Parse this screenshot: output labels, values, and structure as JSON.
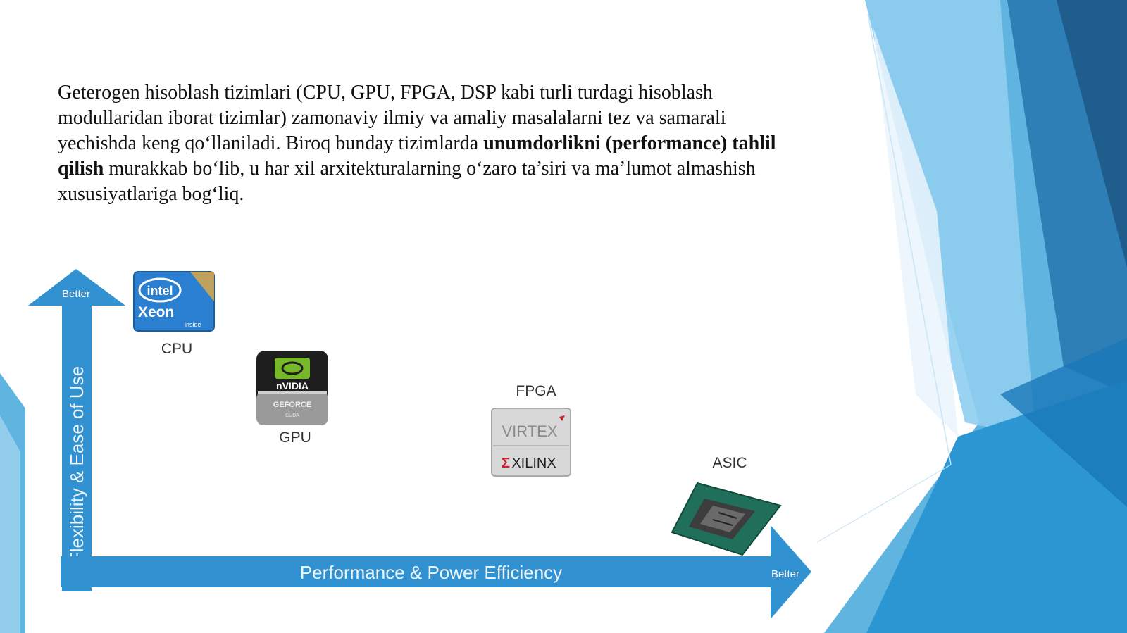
{
  "paragraph": {
    "part1": "Geterogen hisoblash tizimlari (CPU, GPU, FPGA, DSP kabi turli turdagi hisoblash modullaridan iborat tizimlar) zamonaviy ilmiy va amaliy masalalarni tez va samarali yechishda keng qo‘llaniladi. Biroq bunday tizimlarda ",
    "bold": "unumdorlikni (performance) tahlil qilish",
    "part2": " murakkab bo‘lib, u har xil arxitekturalarning o‘zaro ta’siri va ma’lumot almashish xususiyatlariga bog‘liq."
  },
  "diagram": {
    "y_axis_label": "Flexibility & Ease of Use",
    "y_axis_end": "Better",
    "x_axis_label": "Performance & Power Efficiency",
    "x_axis_end": "Better",
    "items": [
      {
        "label": "CPU",
        "logo_line1": "intel",
        "logo_line2": "Xeon",
        "logo_line3": "inside"
      },
      {
        "label": "GPU",
        "logo_line1": "nVIDIA",
        "logo_line2": "GEFORCE",
        "logo_line3": "CUDA"
      },
      {
        "label": "FPGA",
        "logo_line1": "VIRTEX",
        "logo_line2": "XILINX"
      },
      {
        "label": "ASIC"
      }
    ]
  },
  "colors": {
    "accent": "#2b8fcf",
    "accent_dark": "#1c5f8e",
    "arrow": "#3291d0"
  }
}
